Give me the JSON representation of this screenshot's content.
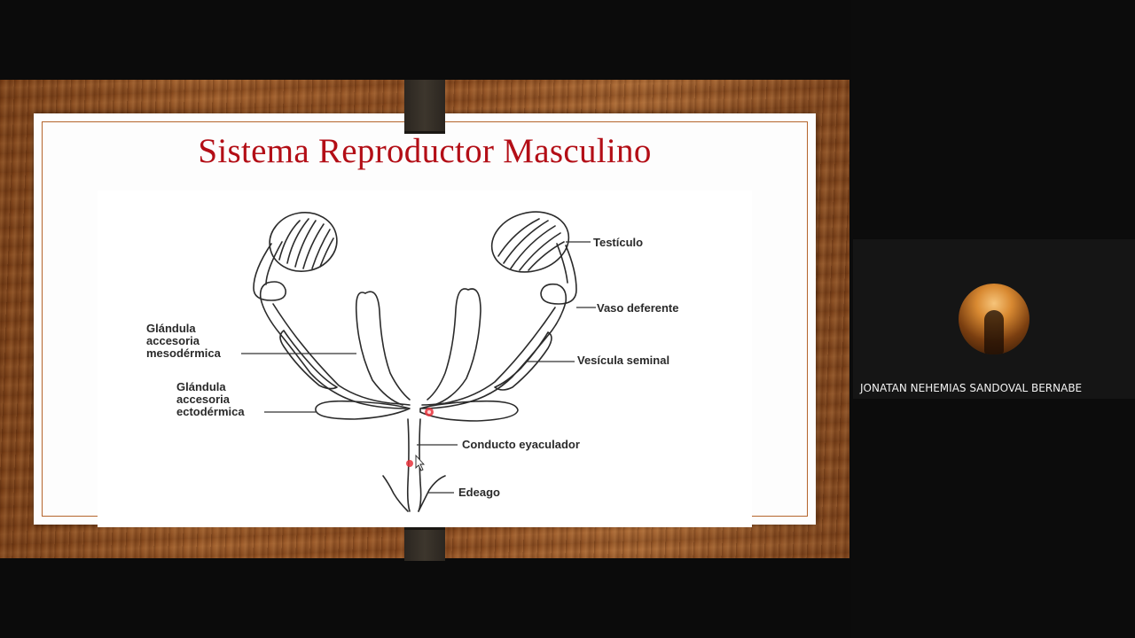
{
  "slide": {
    "title": "Sistema Reproductor Masculino",
    "diagram_labels": {
      "testiculo": "Testículo",
      "vaso_deferente": "Vaso deferente",
      "vesicula_seminal": "Vesícula seminal",
      "conducto_eyaculador": "Conducto eyaculador",
      "edeago": "Edeago",
      "glandula_meso_l1": "Glándula",
      "glandula_meso_l2": "accesoria",
      "glandula_meso_l3": "mesodérmica",
      "glandula_ecto_l1": "Glándula",
      "glandula_ecto_l2": "accesoria",
      "glandula_ecto_l3": "ectodérmica"
    }
  },
  "participant": {
    "name": "JONATAN NEHEMIAS SANDOVAL BERNABE"
  },
  "colors": {
    "title": "#b30e16",
    "frame": "#b5652c",
    "laser_pointer": "#e8323c"
  }
}
